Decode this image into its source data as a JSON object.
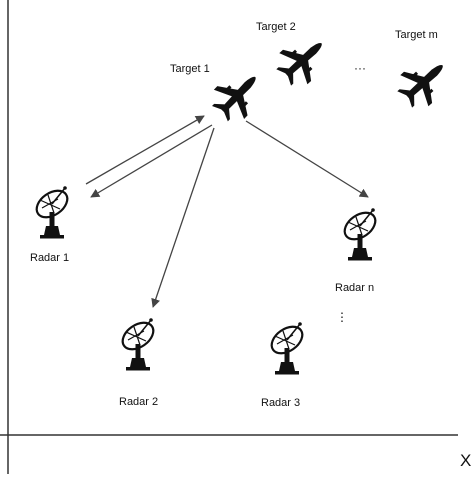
{
  "axes": {
    "x_label": "X"
  },
  "targets": [
    {
      "label": "Target  1"
    },
    {
      "label": "Target  2"
    },
    {
      "label": "Target  m"
    }
  ],
  "radars": [
    {
      "label": "Radar 1"
    },
    {
      "label": "Radar 2"
    },
    {
      "label": "Radar 3"
    },
    {
      "label": "Radar n"
    }
  ],
  "ellipsis": {
    "horizontal": "···",
    "vertical": "⋮"
  },
  "colors": {
    "ink": "#111111",
    "arrow": "#444444",
    "background": "#ffffff"
  },
  "icons": {
    "target": "airplane-icon",
    "radar": "radar-dish-icon"
  }
}
